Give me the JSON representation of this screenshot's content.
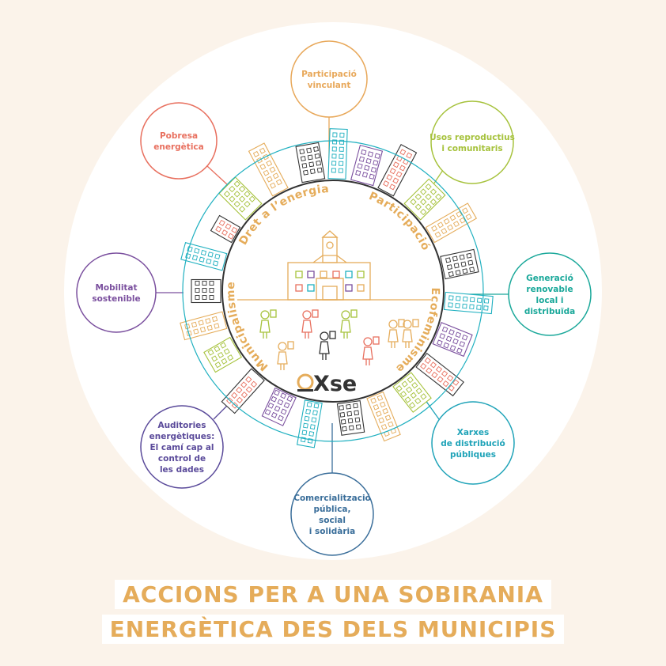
{
  "bubbles": [
    {
      "id": "participacio-vinculant",
      "lines": [
        "Participació",
        "vinculant"
      ],
      "color": "#e8a85a"
    },
    {
      "id": "pobresa-energetica",
      "lines": [
        "Pobresa",
        "energètica"
      ],
      "color": "#e8705f"
    },
    {
      "id": "usos-reproductius",
      "lines": [
        "Usos reproductius",
        "i comunitaris"
      ],
      "color": "#a6c23c"
    },
    {
      "id": "mobilitat-sostenible",
      "lines": [
        "Mobilitat",
        "sostenible"
      ],
      "color": "#7a4f9e"
    },
    {
      "id": "generacio-renovable",
      "lines": [
        "Generació",
        "renovable",
        "local i",
        "distribuïda"
      ],
      "color": "#1aa89a"
    },
    {
      "id": "auditories-energetiques",
      "lines": [
        "Auditories",
        "energètiques:",
        "El camí cap al",
        "control de",
        "les dades"
      ],
      "color": "#5a4a9a"
    },
    {
      "id": "xarxes-distribucio",
      "lines": [
        "Xarxes",
        "de distribució",
        "públiques"
      ],
      "color": "#1fa3b8"
    },
    {
      "id": "comercialitzacio-publica",
      "lines": [
        "Comercialització",
        "pública,",
        "social",
        "i solidària"
      ],
      "color": "#3a6e9a"
    }
  ],
  "ring_words": [
    "Municipalisme",
    "Dret a l’energia",
    "Participació",
    "Ecofeminisme"
  ],
  "logo": "Xse",
  "title": [
    "ACCIONS PER A UNA SOBIRANIA",
    "ENERGÈTICA DES DELS MUNICIPIS"
  ],
  "colors": {
    "accent": "#e5ac5a",
    "teal": "#1fb0c0",
    "ink": "#333333"
  }
}
